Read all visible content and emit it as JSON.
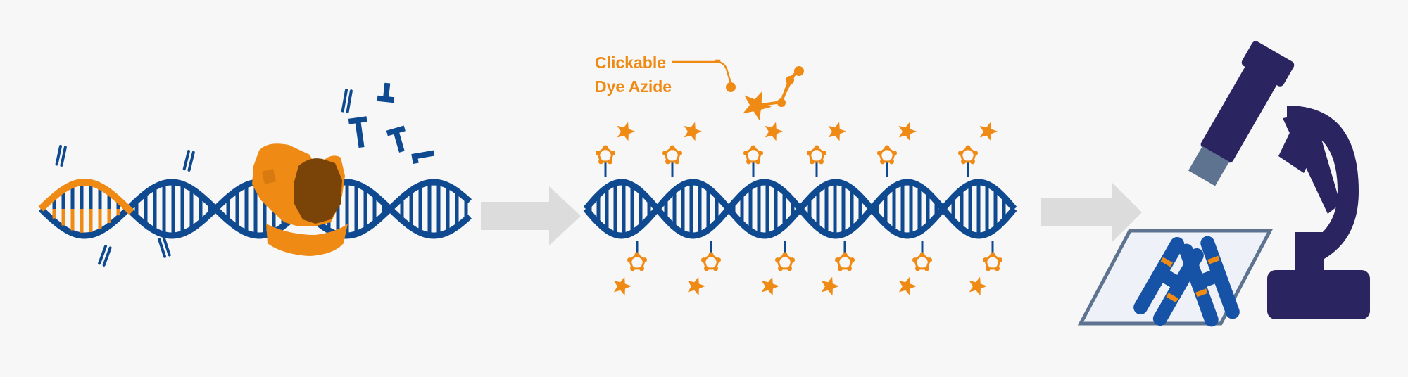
{
  "labels": {
    "dye_line1": "Clickable",
    "dye_line2": "Dye Azide"
  },
  "colors": {
    "background": "#f7f7f7",
    "dna_blue": "#0f4a91",
    "orange": "#ef8a15",
    "polymerase_dark": "#7a4408",
    "arrow_gray": "#dcdcdc",
    "microscope": "#2a2560",
    "microscope_light": "#5e7390",
    "chromosome": "#1652a6"
  },
  "panels": [
    {
      "id": "edu-incorporation",
      "icon": "dna-replication-with-polymerase"
    },
    {
      "id": "click-labeling",
      "icon": "dna-with-dye-azide-stars"
    },
    {
      "id": "imaging",
      "icon": "microscope-with-chromosome-slide"
    }
  ]
}
